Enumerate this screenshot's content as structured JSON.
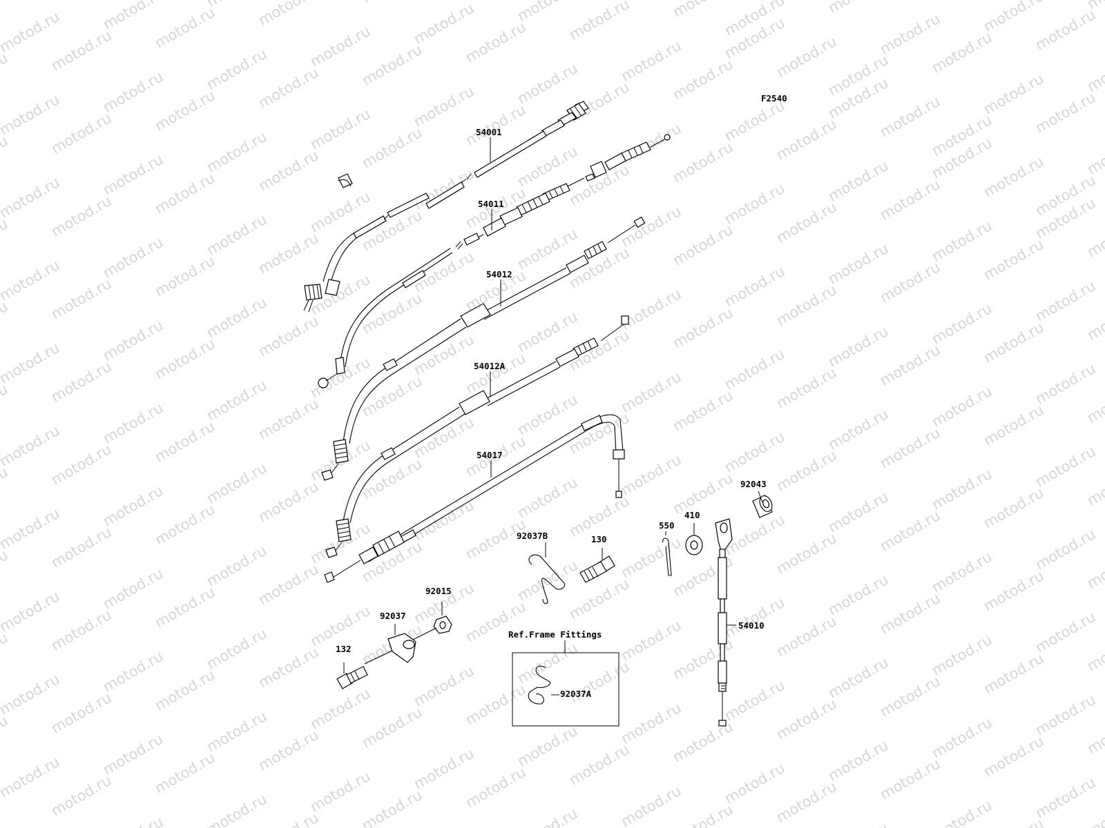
{
  "diagram_code": "F2540",
  "watermark_text": "motod.ru",
  "parts": {
    "p54001": "54001",
    "p54011": "54011",
    "p54012": "54012",
    "p54012A": "54012A",
    "p54017": "54017",
    "p92043": "92043",
    "p410": "410",
    "p550": "550",
    "p130": "130",
    "p92037B": "92037B",
    "p92015": "92015",
    "p92037": "92037",
    "p132": "132",
    "p54010": "54010",
    "p92037A": "92037A"
  },
  "ref_box_title": "Ref.Frame Fittings"
}
